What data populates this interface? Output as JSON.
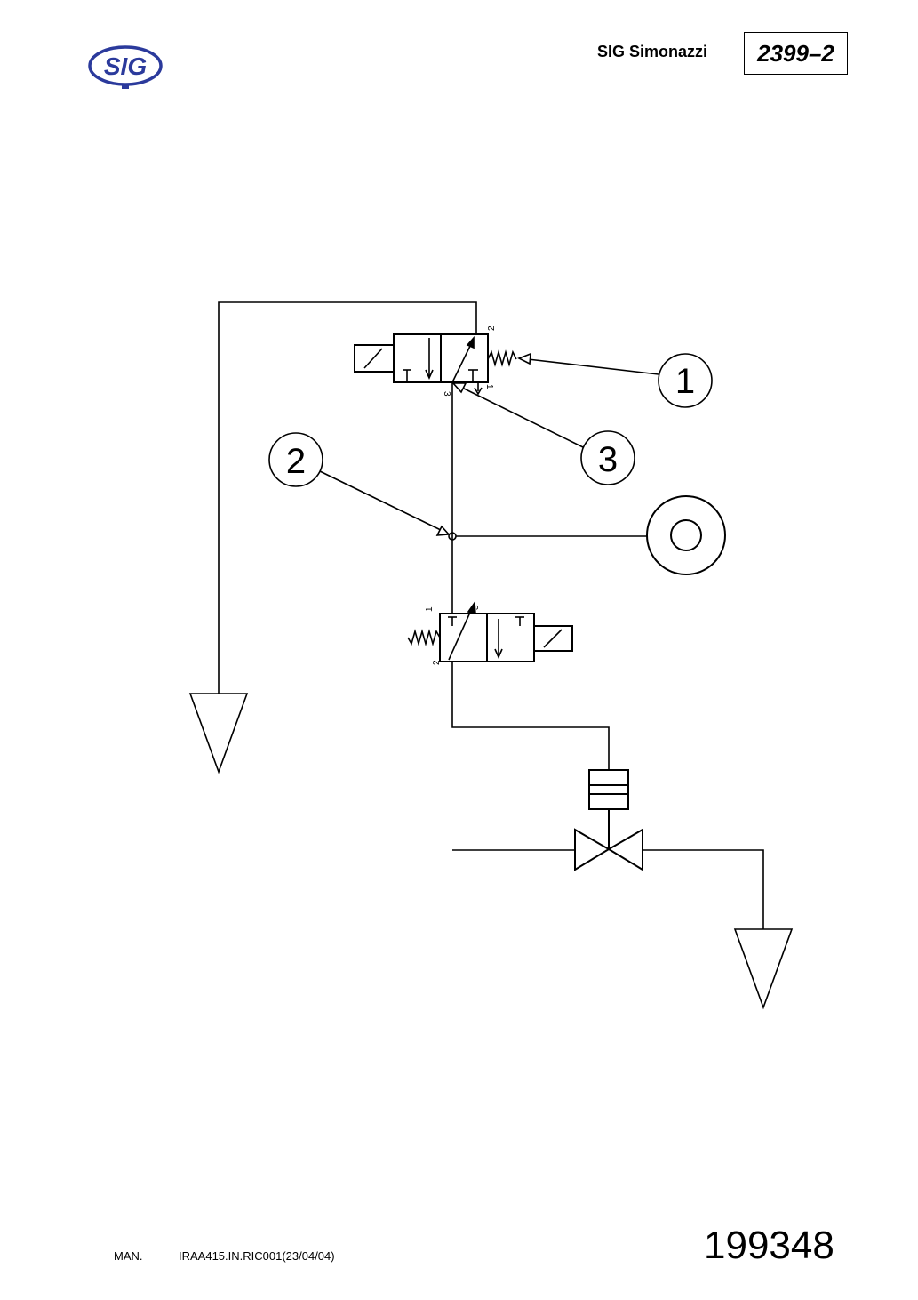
{
  "header": {
    "logo_text": "SIG",
    "company": "SIG Simonazzi",
    "doc_number": "2399–2"
  },
  "colors": {
    "logo": "#2b3a9c",
    "line": "#000000"
  },
  "callouts": [
    "1",
    "2",
    "3"
  ],
  "valve_ports": {
    "top_valve": [
      "2",
      "3",
      "1"
    ],
    "bottom_valve": [
      "1",
      "3",
      "2"
    ]
  },
  "footer": {
    "man_label": "MAN.",
    "reference": "IRAA415.IN.RIC001(23/04/04)",
    "page_code": "199348"
  }
}
